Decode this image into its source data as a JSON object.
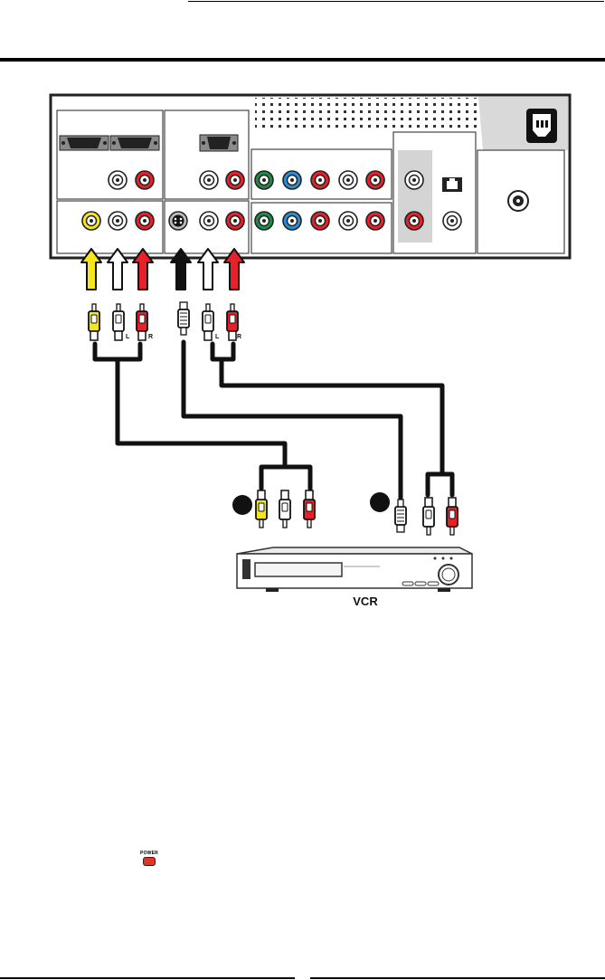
{
  "diagram": {
    "device_label": "VCR",
    "left_plug_labels": {
      "left": "L",
      "right": "R"
    },
    "right_plug_labels": {
      "left": "L",
      "right": "R"
    },
    "colors": {
      "video": "#f5e61e",
      "audio_left": "#ffffff",
      "audio_right": "#e8202a",
      "svideo": "#111111",
      "green": "#1f8a4a",
      "blue": "#2a8fd0",
      "panel": "#ffffff",
      "panel_shade": "#d9d9d9"
    }
  },
  "power_button": {
    "label": "POWER",
    "color": "#e23428"
  }
}
